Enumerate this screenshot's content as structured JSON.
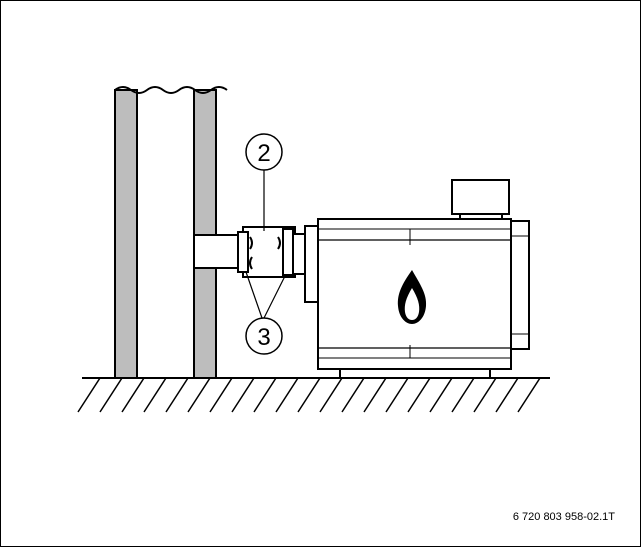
{
  "callouts": {
    "connection_piece": "2",
    "sealing_rings": "3"
  },
  "figure_id": "6 720 803 958-02.1T",
  "icons": {
    "burner": "flame-icon"
  },
  "colors": {
    "wall_fill": "#bdbdbd",
    "line": "#000000",
    "flame": "#000000"
  }
}
